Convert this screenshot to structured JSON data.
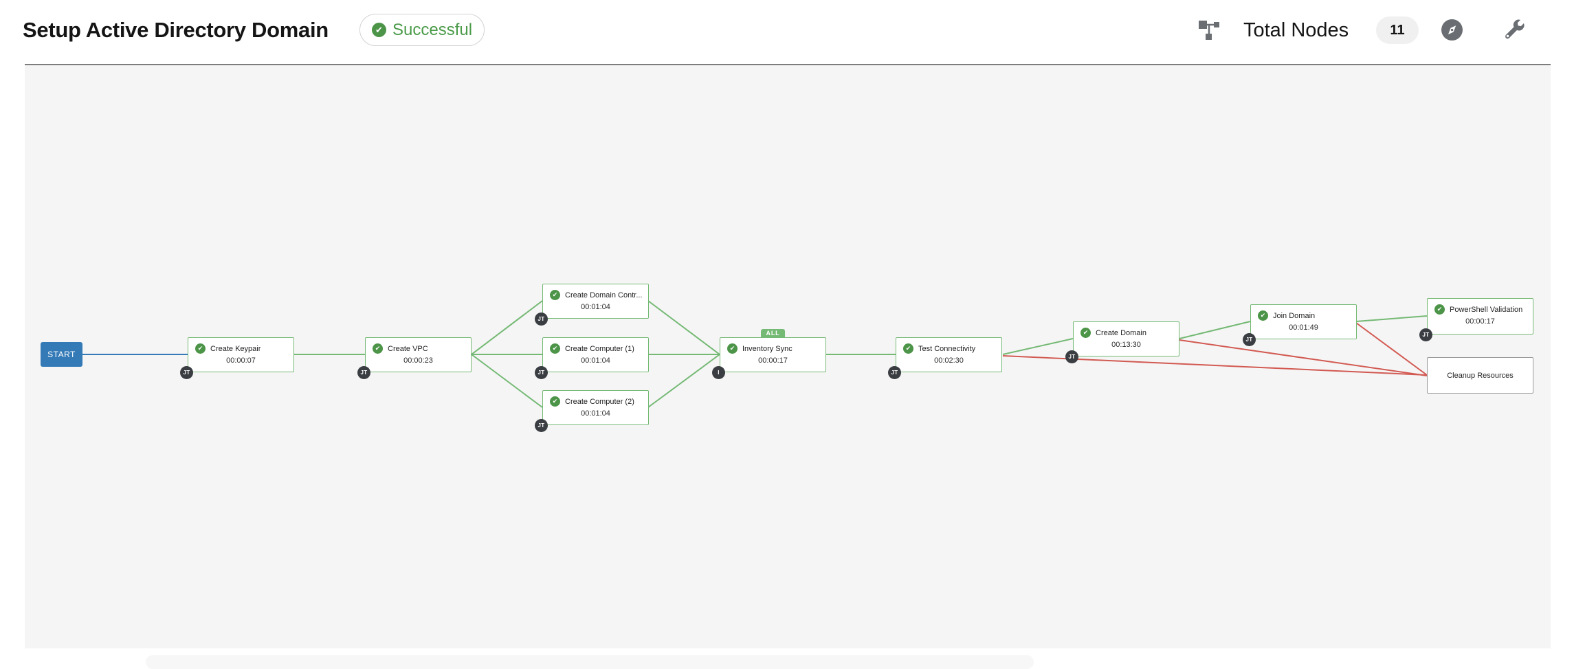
{
  "header": {
    "title": "Setup Active Directory Domain",
    "status": {
      "label": "Successful",
      "icon": "check-circle-icon",
      "color": "#4a9a48"
    },
    "toolbar": {
      "total_nodes_label": "Total Nodes",
      "total_nodes_count": "11",
      "icons": [
        "sitemap-icon",
        "compass-icon",
        "wrench-icon"
      ]
    }
  },
  "workflow": {
    "start_label": "START",
    "nodes": [
      {
        "label": "Create Keypair",
        "elapsed": "00:00:07",
        "type_badge": "JT",
        "status": "successful"
      },
      {
        "label": "Create VPC",
        "elapsed": "00:00:23",
        "type_badge": "JT",
        "status": "successful"
      },
      {
        "label": "Create Domain Contr...",
        "elapsed": "00:01:04",
        "type_badge": "JT",
        "status": "successful"
      },
      {
        "label": "Create Computer (1)",
        "elapsed": "00:01:04",
        "type_badge": "JT",
        "status": "successful"
      },
      {
        "label": "Create Computer (2)",
        "elapsed": "00:01:04",
        "type_badge": "JT",
        "status": "successful"
      },
      {
        "label": "Inventory Sync",
        "elapsed": "00:00:17",
        "type_badge": "I",
        "status": "successful",
        "convergence_label": "ALL"
      },
      {
        "label": "Test Connectivity",
        "elapsed": "00:02:30",
        "type_badge": "JT",
        "status": "successful"
      },
      {
        "label": "Create Domain",
        "elapsed": "00:13:30",
        "type_badge": "JT",
        "status": "successful"
      },
      {
        "label": "Join Domain",
        "elapsed": "00:01:49",
        "type_badge": "JT",
        "status": "successful"
      },
      {
        "label": "PowerShell Validation",
        "elapsed": "00:00:17",
        "type_badge": "JT",
        "status": "successful"
      },
      {
        "label": "Cleanup Resources",
        "status": "not-run"
      }
    ],
    "links": [
      {
        "from": "START",
        "to": "Create Keypair",
        "condition": "always"
      },
      {
        "from": "Create Keypair",
        "to": "Create VPC",
        "condition": "success"
      },
      {
        "from": "Create VPC",
        "to": "Create Domain Contr...",
        "condition": "success"
      },
      {
        "from": "Create VPC",
        "to": "Create Computer (1)",
        "condition": "success"
      },
      {
        "from": "Create VPC",
        "to": "Create Computer (2)",
        "condition": "success"
      },
      {
        "from": "Create Domain Contr...",
        "to": "Inventory Sync",
        "condition": "success"
      },
      {
        "from": "Create Computer (1)",
        "to": "Inventory Sync",
        "condition": "success"
      },
      {
        "from": "Create Computer (2)",
        "to": "Inventory Sync",
        "condition": "success"
      },
      {
        "from": "Inventory Sync",
        "to": "Test Connectivity",
        "condition": "success"
      },
      {
        "from": "Test Connectivity",
        "to": "Create Domain",
        "condition": "success"
      },
      {
        "from": "Test Connectivity",
        "to": "Cleanup Resources",
        "condition": "failure"
      },
      {
        "from": "Create Domain",
        "to": "Join Domain",
        "condition": "success"
      },
      {
        "from": "Create Domain",
        "to": "Cleanup Resources",
        "condition": "failure"
      },
      {
        "from": "Join Domain",
        "to": "PowerShell Validation",
        "condition": "success"
      },
      {
        "from": "Join Domain",
        "to": "Cleanup Resources",
        "condition": "failure"
      }
    ]
  },
  "icons": {
    "check_glyph": "✔"
  },
  "colors": {
    "success_link": "#74b974",
    "failure_link": "#d25a52",
    "start_link": "#337ab7",
    "start_node": "#337ab7",
    "check_circle": "#4c9447",
    "type_badge_bg": "#3a3d41",
    "canvas_bg": "#f5f5f5",
    "canvas_border": "#7d7d7d",
    "pending_node_border": "#9a9a9a"
  }
}
